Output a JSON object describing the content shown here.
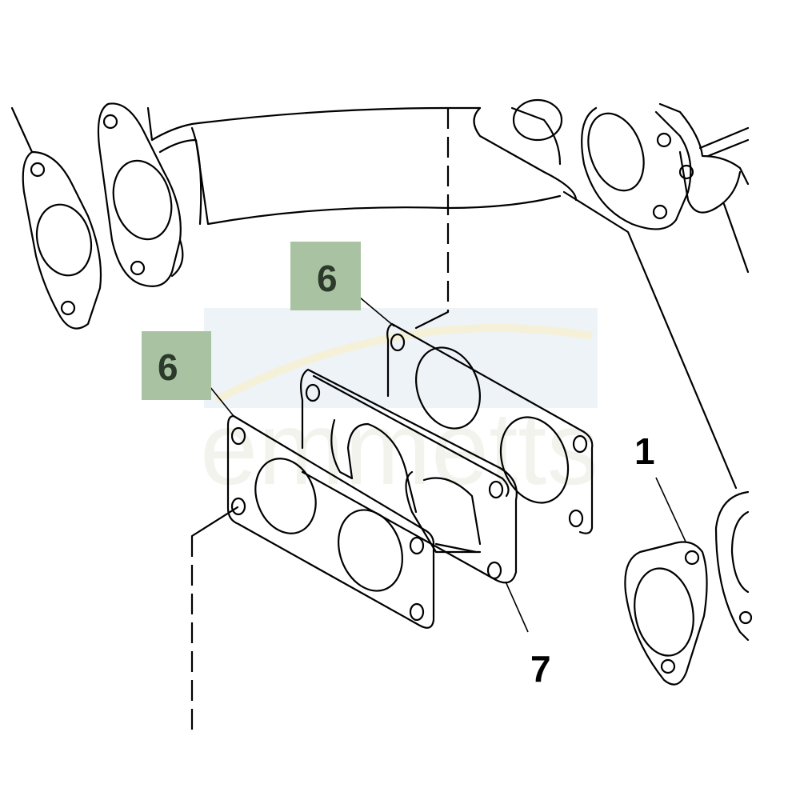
{
  "diagram": {
    "watermark": "emmetts",
    "callouts": [
      {
        "id": "gasket-rear",
        "label": "6",
        "boxed": true
      },
      {
        "id": "gasket-front",
        "label": "6",
        "boxed": true
      },
      {
        "id": "manifold-gasket-right",
        "label": "1",
        "boxed": false
      },
      {
        "id": "heat-shield-gasket",
        "label": "7",
        "boxed": false
      }
    ],
    "colors": {
      "callout_box": "#a9c3a2",
      "callout_text": "#2b3a2a",
      "line": "#000000"
    }
  }
}
